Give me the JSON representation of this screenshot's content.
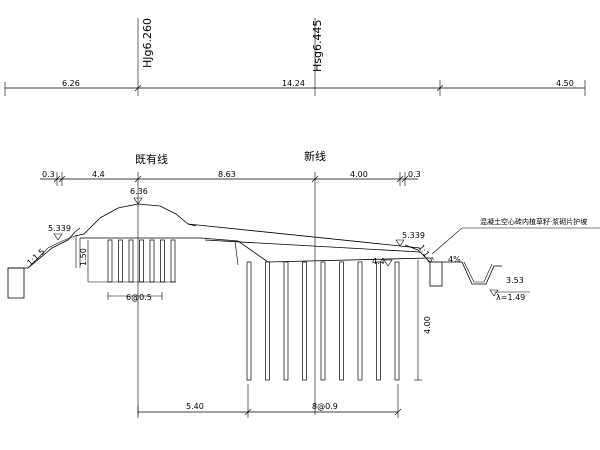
{
  "top_labels": {
    "existing_mileage": "HJg6.260",
    "new_mileage": "Hsg6.445"
  },
  "top_dimensions": {
    "left": "6.26",
    "middle": "14.24",
    "right": "4.50"
  },
  "line_labels": {
    "existing": "既有线",
    "new": "新线"
  },
  "second_dimensions": {
    "a": "0.3",
    "b": "4.4",
    "c": "8.63",
    "d": "4.00",
    "e": "0.3"
  },
  "elevations": {
    "crown": "6.36",
    "left_shoulder": "5.339",
    "right_shoulder": "5.339",
    "right_low": "4.4",
    "ditch": "3.53",
    "ditch_bottom": "λ=1.49"
  },
  "slopes": {
    "left": "1:1.5",
    "right": "1:1.5",
    "cross": "4%"
  },
  "annotation": "混凝土空心砖内植草籽·浆砌片护坡",
  "pile_labels": {
    "left_depth": "1.50",
    "left_group": "6@0.5",
    "right_depth": "4.00",
    "bottom_offset": "5.40",
    "right_group": "8@0.9"
  }
}
